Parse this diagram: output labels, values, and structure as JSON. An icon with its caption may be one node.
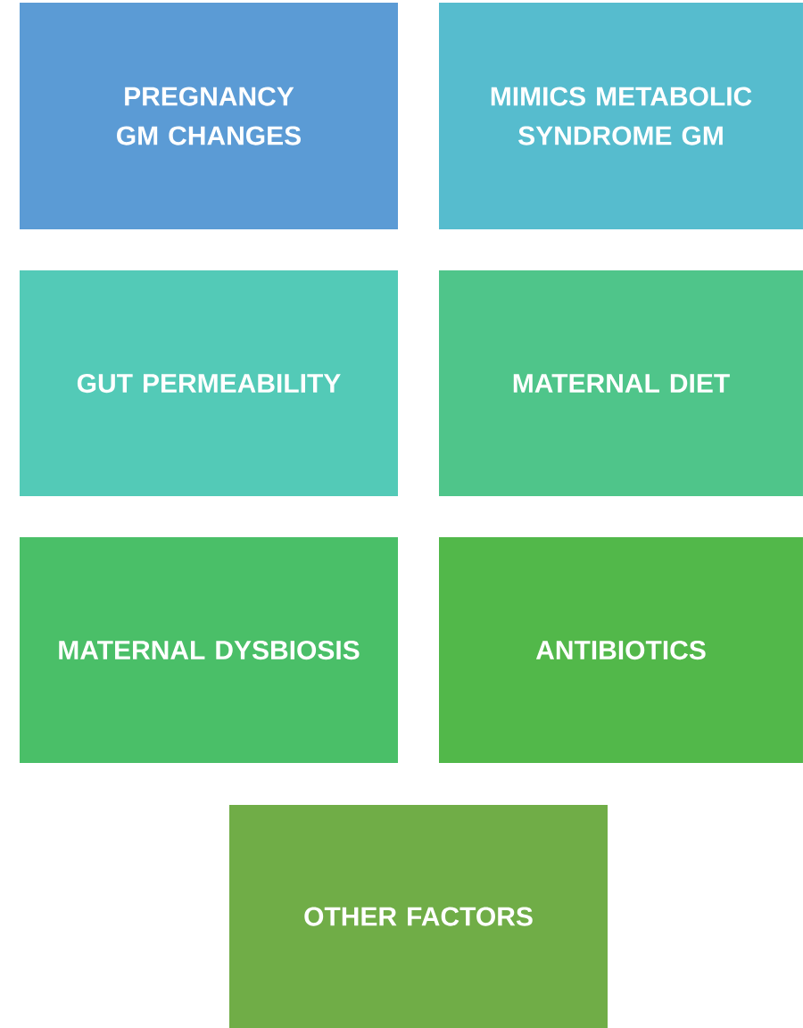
{
  "diagram": {
    "nodes": [
      {
        "text": [
          "PREGNANCY GM CHANGES"
        ]
      },
      {
        "text": [
          "MIMICS METABOLIC SYNDROME GM"
        ]
      },
      {
        "text": [
          "GUT PERMEABILITY"
        ]
      },
      {
        "text": [
          "MATERNAL DIET"
        ]
      },
      {
        "text": [
          "MATERNAL DYSBIOSIS"
        ]
      },
      {
        "text": [
          "ANTIBIOTICS"
        ]
      },
      {
        "text": [
          "OTHER FACTORS"
        ]
      }
    ]
  }
}
